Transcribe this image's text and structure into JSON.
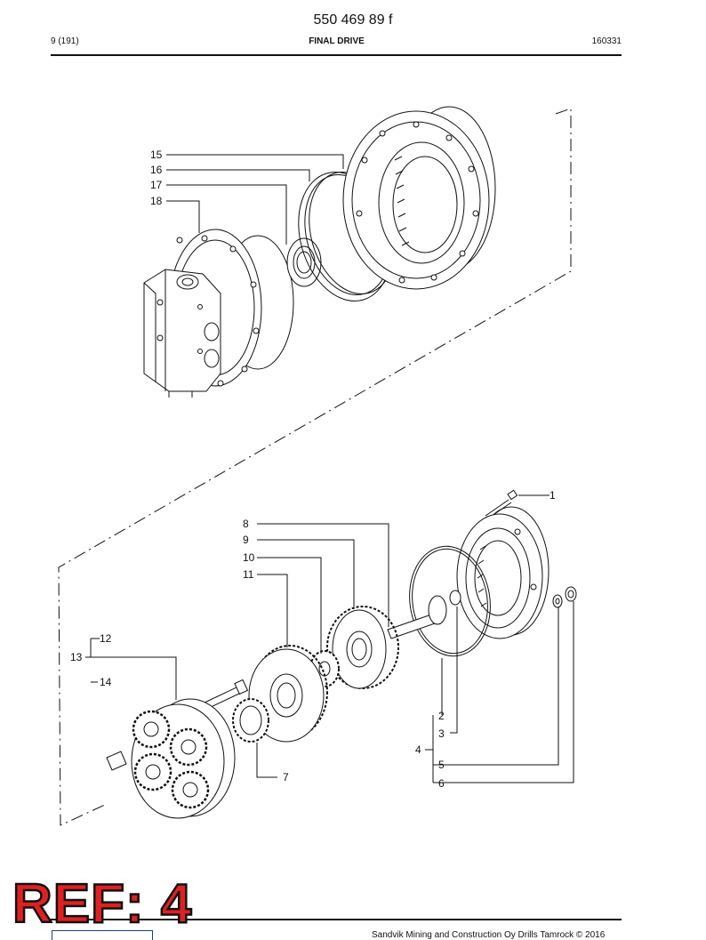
{
  "header": {
    "doc_number": "550 469 89 f",
    "page": "9 (191)",
    "title": "FINAL DRIVE",
    "date_code": "160331"
  },
  "callouts": {
    "c1": "1",
    "c2": "2",
    "c3": "3",
    "c4": "4",
    "c5": "5",
    "c6": "6",
    "c7": "7",
    "c8": "8",
    "c9": "9",
    "c10": "10",
    "c11": "11",
    "c12": "12",
    "c13": "13",
    "c14": "14",
    "c15": "15",
    "c16": "16",
    "c17": "17",
    "c18": "18"
  },
  "stamp": {
    "text": "REF: 4"
  },
  "footer": {
    "text": "Sandvik Mining and Construction Oy Drills Tamrock © 2016"
  }
}
